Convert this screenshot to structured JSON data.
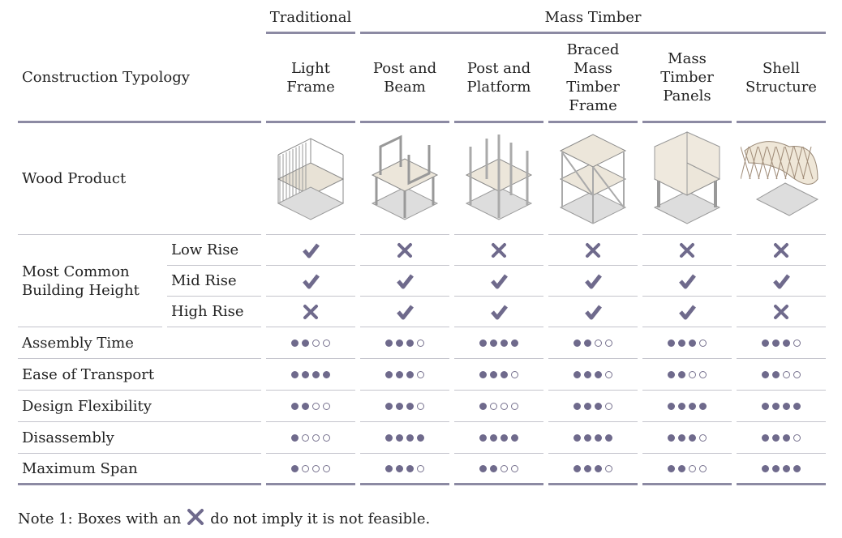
{
  "groups": {
    "traditional": "Traditional",
    "mass_timber": "Mass Timber"
  },
  "header": {
    "label": "Construction Typology",
    "columns": [
      "Light\nFrame",
      "Post and\nBeam",
      "Post and\nPlatform",
      "Braced\nMass\nTimber\nFrame",
      "Mass\nTimber\nPanels",
      "Shell\nStructure"
    ]
  },
  "wood_product": {
    "label": "Wood Product",
    "illustrations": [
      "light-frame",
      "post-and-beam",
      "post-and-platform",
      "braced-frame",
      "panels",
      "shell"
    ]
  },
  "height": {
    "label": "Most Common\nBuilding Height",
    "rows": [
      {
        "label": "Low Rise",
        "values": [
          "check",
          "x",
          "x",
          "x",
          "x",
          "x"
        ]
      },
      {
        "label": "Mid Rise",
        "values": [
          "check",
          "check",
          "check",
          "check",
          "check",
          "check"
        ]
      },
      {
        "label": "High Rise",
        "values": [
          "x",
          "check",
          "check",
          "check",
          "check",
          "x"
        ]
      }
    ]
  },
  "ratings": [
    {
      "label": "Assembly Time",
      "values": [
        2,
        3,
        4,
        2,
        3,
        3
      ]
    },
    {
      "label": "Ease of Transport",
      "values": [
        4,
        3,
        3,
        3,
        2,
        2
      ]
    },
    {
      "label": "Design Flexibility",
      "values": [
        2,
        3,
        1,
        3,
        4,
        4
      ]
    },
    {
      "label": "Disassembly",
      "values": [
        1,
        4,
        4,
        4,
        3,
        3
      ]
    },
    {
      "label": "Maximum Span",
      "values": [
        1,
        3,
        2,
        3,
        2,
        4
      ]
    }
  ],
  "rating_max": 4,
  "note": {
    "before": "Note 1: Boxes with an",
    "after": "do not imply it is not feasible."
  },
  "colors": {
    "accent": "#6f6a8c",
    "line": "#c4c4cc",
    "thick": "#8c8aa3"
  }
}
